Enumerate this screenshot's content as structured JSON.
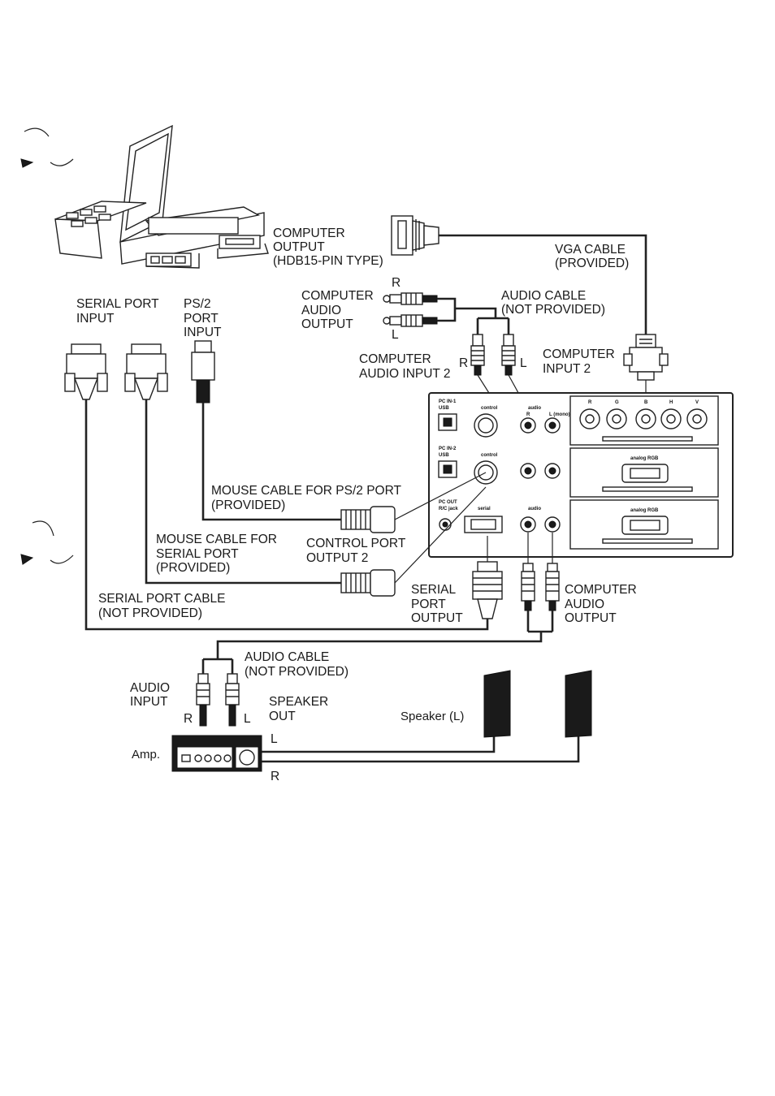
{
  "labels": {
    "computer_output": [
      "COMPUTER",
      "OUTPUT",
      "(HDB15-PIN TYPE)"
    ],
    "vga_cable": [
      "VGA CABLE",
      "(PROVIDED)"
    ],
    "serial_port_input": [
      "SERIAL PORT",
      "INPUT"
    ],
    "ps2_port_input": [
      "PS/2",
      "PORT",
      "INPUT"
    ],
    "computer_audio_output_top": [
      "COMPUTER",
      "AUDIO",
      "OUTPUT"
    ],
    "audio_cable_top": [
      "AUDIO CABLE",
      "(NOT PROVIDED)"
    ],
    "computer_audio_input_2": [
      "COMPUTER",
      "AUDIO INPUT 2"
    ],
    "computer_input_2": [
      "COMPUTER",
      "INPUT 2"
    ],
    "mouse_cable_ps2": [
      "MOUSE CABLE FOR PS/2 PORT",
      "(PROVIDED)"
    ],
    "mouse_cable_serial": [
      "MOUSE CABLE FOR",
      "SERIAL PORT",
      "(PROVIDED)"
    ],
    "control_port_output_2": [
      "CONTROL PORT",
      "OUTPUT 2"
    ],
    "serial_port_cable": [
      "SERIAL PORT CABLE",
      "(NOT PROVIDED)"
    ],
    "serial_port_output": [
      "SERIAL",
      "PORT",
      "OUTPUT"
    ],
    "computer_audio_output_bottom": [
      "COMPUTER",
      "AUDIO",
      "OUTPUT"
    ],
    "audio_cable_bottom": [
      "AUDIO CABLE",
      "(NOT PROVIDED)"
    ],
    "audio_input": [
      "AUDIO",
      "INPUT"
    ],
    "speaker_out": [
      "SPEAKER",
      "OUT"
    ],
    "speaker_left": "Speaker (L)",
    "amp": "Amp.",
    "r": "R",
    "l": "L"
  },
  "panel": {
    "pc_in_1": "PC IN-1",
    "pc_in_2": "PC IN-2",
    "pc_out": "PC OUT",
    "usb": "USB",
    "control": "control",
    "audio": "audio",
    "serial": "serial",
    "rc_jack": "R/C jack",
    "analog_rgb": "analog RGB",
    "l_mono": "L (mono)",
    "r": "R",
    "l": "L",
    "bnc_labels": [
      "R",
      "G",
      "B",
      "H",
      "V"
    ]
  },
  "colors": {
    "ink": "#1a1a1a",
    "paper": "#ffffff"
  }
}
